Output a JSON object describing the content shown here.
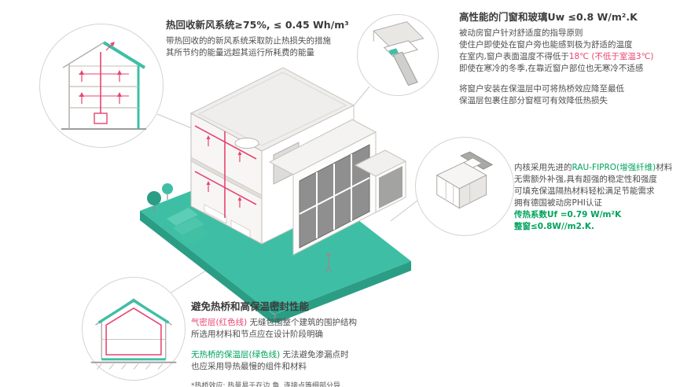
{
  "colors": {
    "teal": "#3EBFA5",
    "red": "#E8436F",
    "green": "#00A35C",
    "dark": "#3B3B3B"
  },
  "ventilation": {
    "title": "热回收新风系统≥75%, ≤ 0.45 Wh/m³",
    "lines": [
      "带热回收的的新风系统采取防止热损失的措施",
      "其所节约的能量远超其运行所耗费的能量"
    ]
  },
  "windows": {
    "title": "高性能的门窗和玻璃Uw ≤0.8 W/m².K",
    "line1": "被动房窗户针对舒适度的指导原则",
    "line2": "使住户即使处在窗户旁也能感到极为舒适的温度",
    "line3_prefix": "在室内,窗户表面温度不得低于",
    "line3_red": "18℃ (不低于室温3℃)",
    "line4": "即使在寒冷的冬季,在靠近窗户部位也无寒冷不适感",
    "line5": "将窗户安装在保温层中可将热桥效应降至最低",
    "line6": "保温层包裹住部分窗框可有效降低热损失"
  },
  "profile": {
    "l1_prefix": "内核采用先进的",
    "l1_green": "RAU-FIPRO(增强纤维)",
    "l1_suffix": "材料",
    "l2": "无需额外补强,具有超强的稳定性和强度",
    "l3": "可填充保温隔热材料轻松满足节能需求",
    "l4": "拥有德国被动房PHI认证",
    "l5": "传热系数Uf =0.79 W/m²K",
    "l6": "整窗≤0.8W//m2.K."
  },
  "thermal": {
    "title": "避免热桥和高保温密封性能",
    "l1_red": "气密层(红色线)",
    "l1_rest": " 无缝包围整个建筑的围护结构",
    "l2": "所选用材料和节点应在设计阶段明确",
    "l3_green": "无热桥的保温层(绿色线)",
    "l3_rest": " 无法避免渗漏点时",
    "l4": "也应采用导热最慢的组件和材料",
    "footnote": "*热桥效应: 热量易于在边,角, 连接点等细部分导"
  }
}
